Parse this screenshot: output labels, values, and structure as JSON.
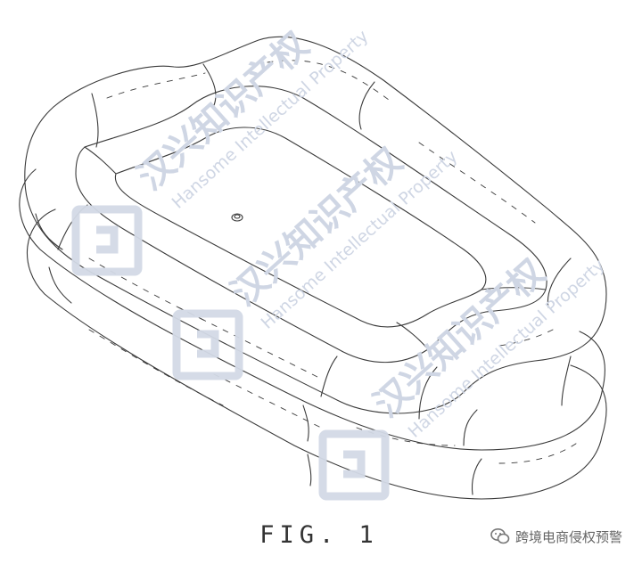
{
  "figure": {
    "label": "FIG. 1"
  },
  "watermark": {
    "cn_text": "汉兴知识产权",
    "en_text": "Hansome Intellectual Property",
    "color": "#cfd6e4"
  },
  "account": {
    "name": "跨境电商侵权预警",
    "icon": "wechat-icon"
  }
}
